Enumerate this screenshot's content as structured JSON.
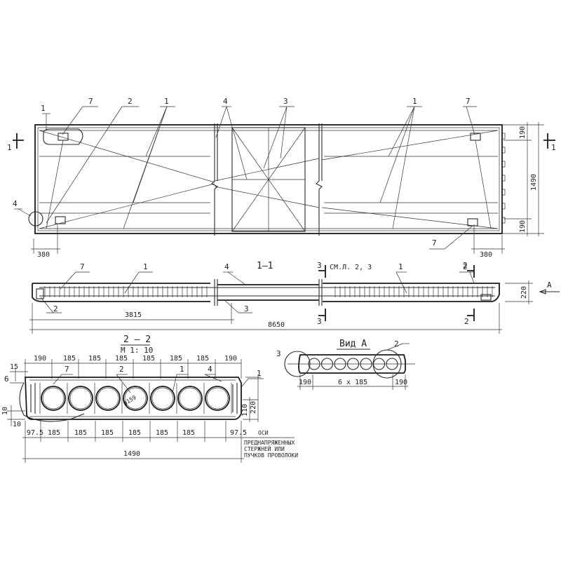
{
  "plan": {
    "callouts": [
      "1",
      "7",
      "2",
      "1",
      "4",
      "3",
      "1",
      "7",
      "4",
      "7"
    ],
    "section_mark_left": "1",
    "section_mark_right": "1",
    "dim_left": "380",
    "dim_right": "380",
    "dim_top_right": "190",
    "dim_height": "1490",
    "dim_bottom_right": "190"
  },
  "section_1_1": {
    "title": "1—1",
    "callouts": [
      "7",
      "1",
      "4",
      "1",
      "2",
      "2",
      "3"
    ],
    "cut3_top": "3",
    "cut3_bottom": "3",
    "note": "СМ.Л. 2, 3",
    "cut2_top": "2",
    "cut2_bottom": "2",
    "dim_height": "220",
    "view_label": "А",
    "dim_part": "3815",
    "dim_total": "8650"
  },
  "section_2_2": {
    "title": "2 — 2",
    "scale": "М 1: 10",
    "top_dims": [
      "190",
      "185",
      "185",
      "185",
      "185",
      "185",
      "185",
      "190"
    ],
    "bottom_dims": [
      "97.5",
      "185",
      "185",
      "185",
      "185",
      "185",
      "185",
      "97.5"
    ],
    "dim_total": "1490",
    "hole_label": "ф159",
    "callouts": [
      "6",
      "7",
      "2",
      "1",
      "4",
      "1"
    ],
    "dim_15": "15",
    "dim_10_left": "10",
    "dim_10_bottom": "10",
    "dim_110": "110",
    "dim_220": "220",
    "note_lines": [
      "ОСИ",
      "ПРЕДНАПРЯЖЕННЫХ",
      "СТЕРЖНЕЙ ИЛИ",
      "ПУЧКОВ ПРОВОЛОКИ"
    ]
  },
  "view_a": {
    "title": "Вид А",
    "callouts": [
      "3",
      "2"
    ],
    "dims": [
      "190",
      "6 х 185",
      "190"
    ]
  }
}
